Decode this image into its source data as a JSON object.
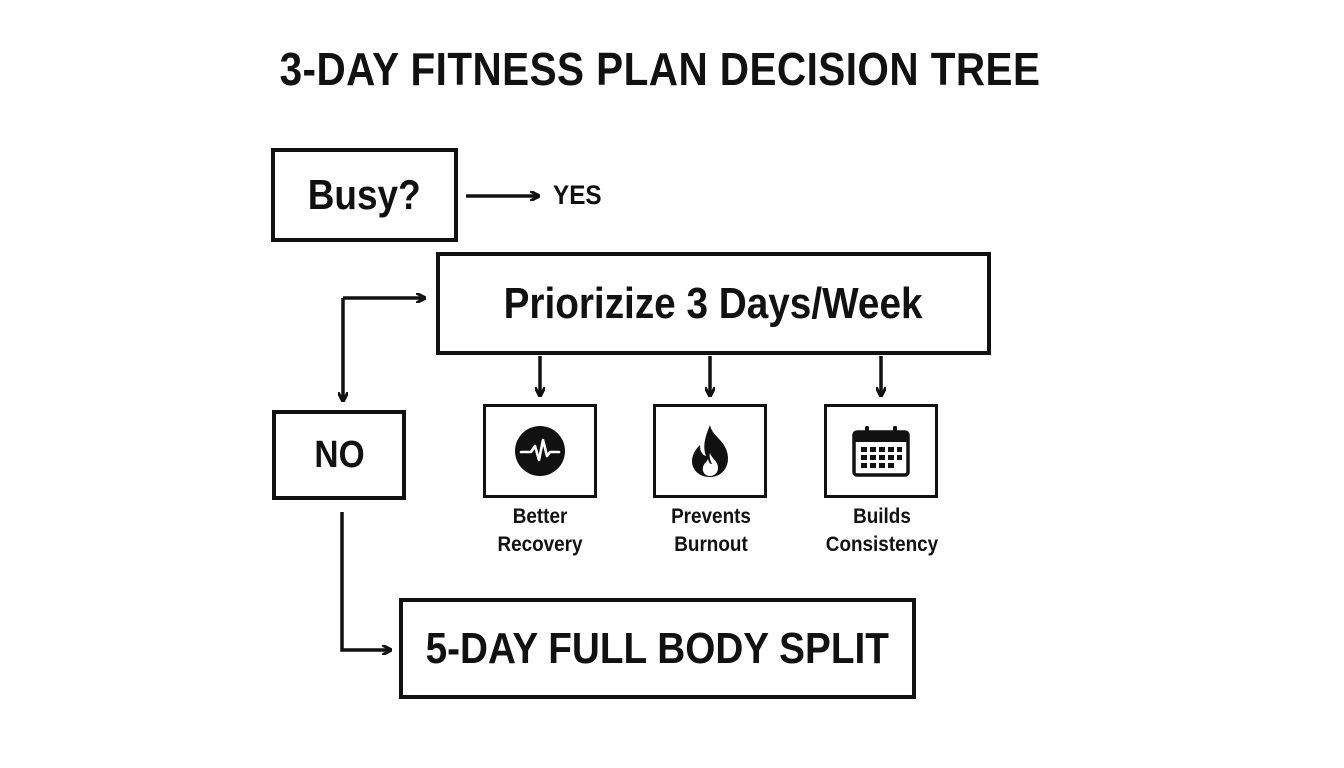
{
  "title": "3-DAY FITNESS PLAN DECISION TREE",
  "nodes": {
    "busy": "Busy?",
    "yes": "YES",
    "prioritize": "Priorizize 3 Days/Week",
    "no": "NO",
    "split": "5-DAY FULL BODY SPLIT"
  },
  "benefits": [
    {
      "line1": "Better",
      "line2": "Recovery",
      "icon": "heart-rate-icon"
    },
    {
      "line1": "Prevents",
      "line2": "Burnout",
      "icon": "fire-icon"
    },
    {
      "line1": "Builds",
      "line2": "Consistency",
      "icon": "calendar-icon"
    }
  ],
  "colors": {
    "ink": "#111111",
    "background": "#ffffff"
  }
}
